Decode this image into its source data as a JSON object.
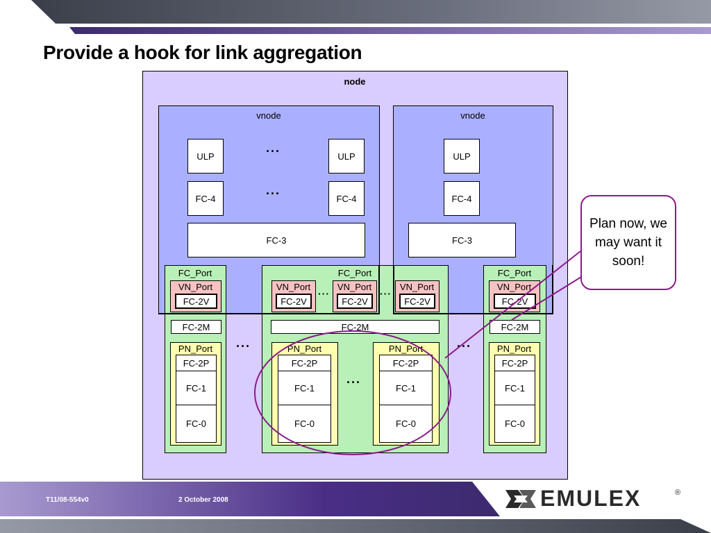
{
  "slide": {
    "title": "Provide a hook for link aggregation",
    "footer_left": "T11/08-554v0",
    "footer_date": "2 October 2008",
    "logo_text": "EMULEX",
    "logo_mark": "®",
    "colors": {
      "accent_purple": "#6a4c9c",
      "node_fill": "#d9ccff",
      "vnode_fill": "#aab0ff",
      "port_fill": "#b8f0b8",
      "vn_port_fill": "#f7c2c2",
      "pn_port_fill": "#ffffb0",
      "callout_border": "#8a1a8a"
    }
  },
  "diagram": {
    "node_label": "node",
    "vnode_label": "vnode",
    "ulp_label": "ULP",
    "fc4_label": "FC-4",
    "fc3_label": "FC-3",
    "fc_port_label": "FC_Port",
    "vn_port_label": "VN_Port",
    "fc2v_label": "FC-2V",
    "fc2m_label": "FC-2M",
    "pn_port_label": "PN_Port",
    "fc2p_label": "FC-2P",
    "fc1_label": "FC-1",
    "fc0_label": "FC-0",
    "ellipsis": "…",
    "small_ellipsis": "···"
  },
  "callout": {
    "text": "Plan now, we may want it soon!"
  }
}
